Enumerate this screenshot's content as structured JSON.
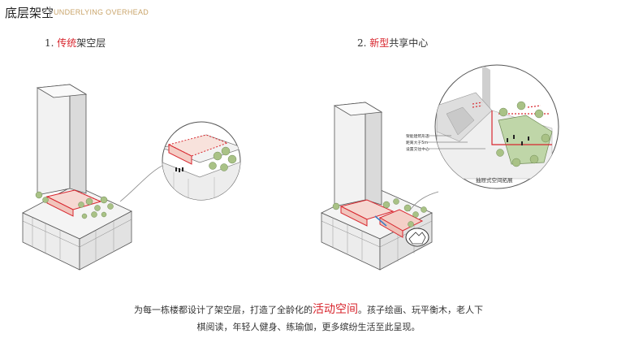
{
  "header": {
    "title": "底层架空",
    "subtitle": "UNDERLYING OVERHEAD"
  },
  "captions": {
    "left": {
      "num": "1. ",
      "red": "传统",
      "rest": "架空层"
    },
    "right": {
      "num": "2. ",
      "red": "新型",
      "rest": "共享中心"
    }
  },
  "callouts": {
    "line1": "架能建筑形态",
    "line2": "距离大于5m",
    "line3": "设置交往中心",
    "expansion": "抽屉式空间拓展"
  },
  "paragraph": {
    "line1_pre": "为每一栋楼都设计了架空层，打造了全龄化的",
    "line1_hl": "活动空间",
    "line1_post": "。孩子绘画、玩平衡木，老人下",
    "line2": "棋阅读，年轻人健身、练瑜伽，更多缤纷生活至此呈现。"
  },
  "colors": {
    "accent": "#d8262e",
    "subtitle": "#c9a46a",
    "tree": "#a9c286",
    "glass": "#f6d8d2"
  }
}
